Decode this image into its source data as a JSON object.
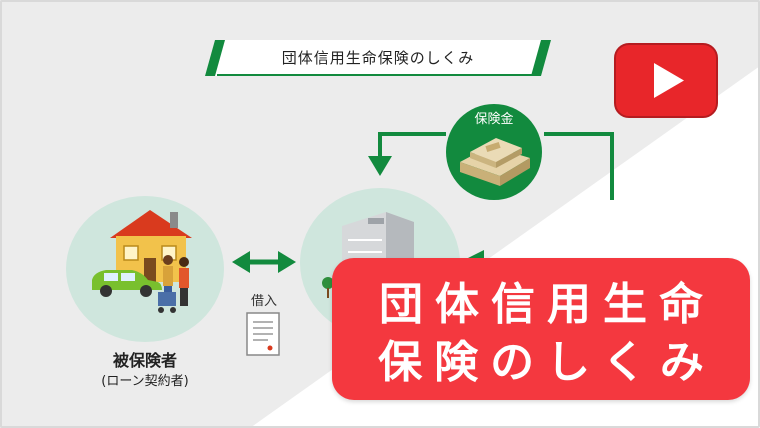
{
  "title": "団体信用生命保険のしくみ",
  "money_label": "保険金",
  "loan_label": "借入",
  "insured": {
    "label": "被保険者",
    "sublabel": "(ローン契約者)"
  },
  "banner": {
    "line1": "団体信用生命",
    "line2": "保険のしくみ"
  },
  "icons": [
    "youtube-play-icon",
    "house-icon",
    "car-icon",
    "family-icon",
    "building-icon",
    "money-bundle-icon",
    "document-icon"
  ],
  "colors": {
    "green": "#128a3e",
    "circle": "#cfe6dd",
    "banner": "#f4383f",
    "youtube": "#e8262a"
  }
}
